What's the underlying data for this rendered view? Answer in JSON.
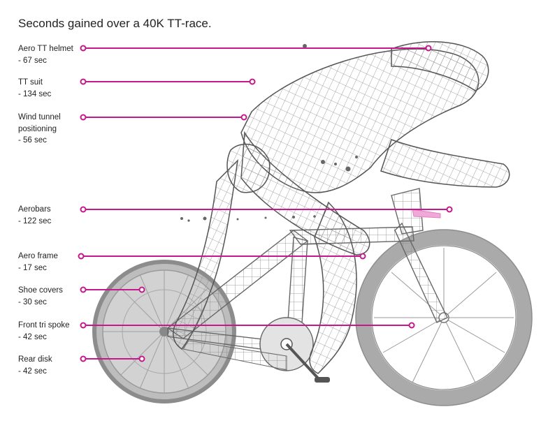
{
  "title": "Seconds gained over a 40K TT-race.",
  "accent_color": "#c8168c",
  "items": [
    {
      "name_lines": [
        "Aero TT helmet"
      ],
      "value": "- 67 sec"
    },
    {
      "name_lines": [
        "TT suit"
      ],
      "value": "- 134 sec"
    },
    {
      "name_lines": [
        "Wind tunnel",
        "positioning"
      ],
      "value": "- 56 sec"
    },
    {
      "name_lines": [
        "Aerobars"
      ],
      "value": "- 122 sec"
    },
    {
      "name_lines": [
        "Aero frame"
      ],
      "value": "- 17 sec"
    },
    {
      "name_lines": [
        "Shoe covers"
      ],
      "value": "- 30 sec"
    },
    {
      "name_lines": [
        "Front tri spoke"
      ],
      "value": "- 42 sec"
    },
    {
      "name_lines": [
        "Rear disk"
      ],
      "value": "- 42 sec"
    }
  ]
}
